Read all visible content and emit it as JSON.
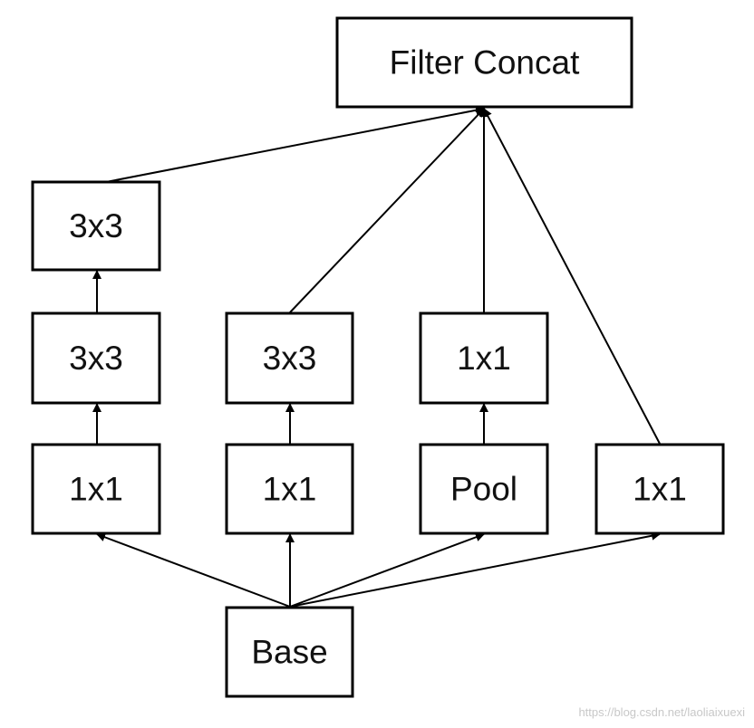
{
  "nodes": {
    "filter_concat": "Filter Concat",
    "conv3x3_top": "3x3",
    "conv3x3_left": "3x3",
    "conv3x3_mid": "3x3",
    "conv1x1_after_pool": "1x1",
    "conv1x1_left": "1x1",
    "conv1x1_mid": "1x1",
    "pool": "Pool",
    "conv1x1_right": "1x1",
    "base": "Base"
  },
  "watermark": "https://blog.csdn.net/laoliaixuexi"
}
